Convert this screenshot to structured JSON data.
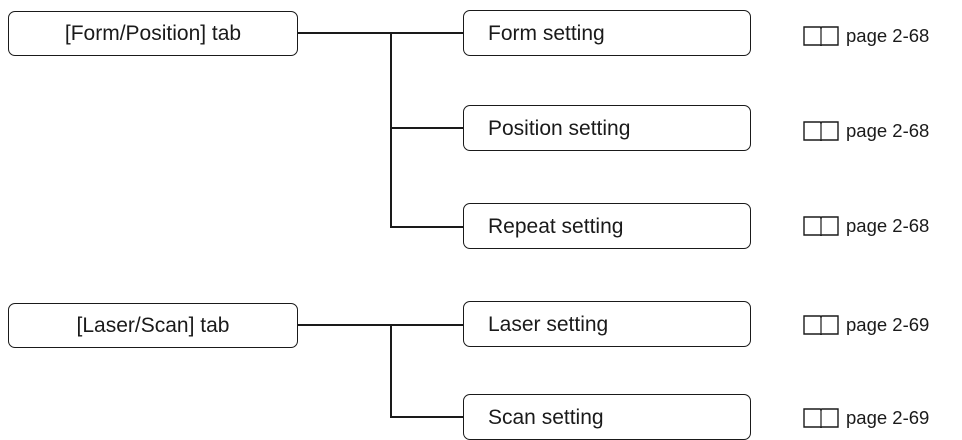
{
  "groups": [
    {
      "tab_label": "[Form/Position] tab",
      "settings": [
        {
          "label": "Form setting",
          "ref_text": "page 2-68"
        },
        {
          "label": "Position setting",
          "ref_text": "page 2-68"
        },
        {
          "label": "Repeat setting",
          "ref_text": "page 2-68"
        }
      ]
    },
    {
      "tab_label": "[Laser/Scan] tab",
      "settings": [
        {
          "label": "Laser setting",
          "ref_text": "page 2-69"
        },
        {
          "label": "Scan setting",
          "ref_text": "page 2-69"
        }
      ]
    }
  ],
  "icons": {
    "reference": "book-icon"
  }
}
